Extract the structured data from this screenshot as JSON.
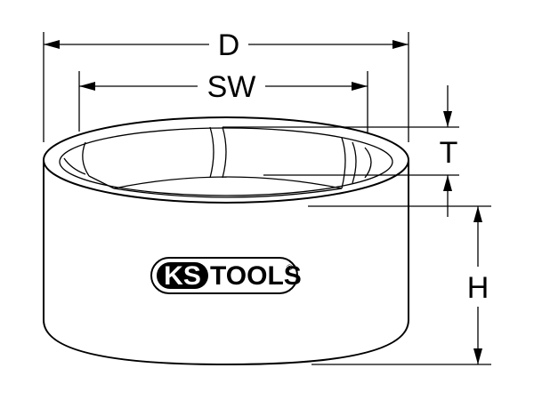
{
  "dimensions": {
    "outer_diameter": "D",
    "wrench_size": "SW",
    "depth": "T",
    "height": "H"
  },
  "logo": {
    "brand_part1": "KS",
    "brand_part2": "TOOLS",
    "registered_mark": "®"
  },
  "colors": {
    "line": "#000000",
    "background": "#ffffff"
  }
}
